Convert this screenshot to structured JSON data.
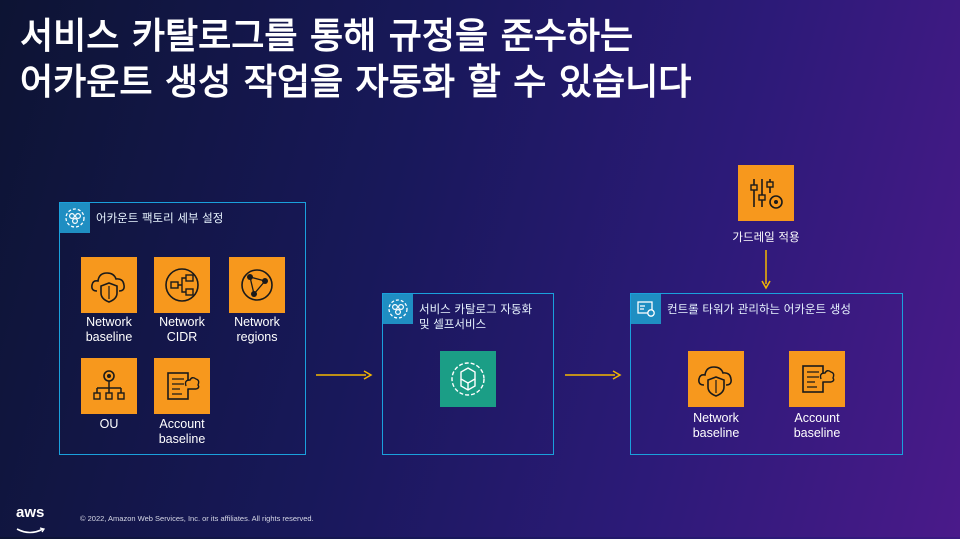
{
  "title": {
    "line1": "서비스 카탈로그를 통해 규정을 준수하는",
    "line2": "어카운트 생성 작업을 자동화 할 수 있습니다"
  },
  "factory": {
    "title": "어카운트 팩토리 세부 설정",
    "items": [
      {
        "label_line1": "Network",
        "label_line2": "baseline",
        "icon": "network-baseline-icon"
      },
      {
        "label_line1": "Network",
        "label_line2": "CIDR",
        "icon": "network-cidr-icon"
      },
      {
        "label_line1": "Network",
        "label_line2": "regions",
        "icon": "network-regions-icon"
      },
      {
        "label_line1": "OU",
        "label_line2": "",
        "icon": "ou-icon"
      },
      {
        "label_line1": "Account",
        "label_line2": "baseline",
        "icon": "account-baseline-icon"
      }
    ]
  },
  "catalog": {
    "title_line1": "서비스 카탈로그 자동화",
    "title_line2": "및 셀프서비스",
    "icon": "service-catalog-icon"
  },
  "guardrail": {
    "label": "가드레일 적용",
    "icon": "guardrail-controls-icon"
  },
  "result": {
    "title": "컨트롤 타워가 관리하는 어카운트 생성",
    "items": [
      {
        "label_line1": "Network",
        "label_line2": "baseline",
        "icon": "network-baseline-icon"
      },
      {
        "label_line1": "Account",
        "label_line2": "baseline",
        "icon": "account-baseline-icon"
      }
    ]
  },
  "footer": {
    "logo_text": "aws",
    "copyright": "© 2022, Amazon Web Services, Inc. or its affiliates. All rights reserved."
  },
  "colors": {
    "tile_orange": "#f7981d",
    "catalog_green": "#1b9e86",
    "border_blue": "#1aa0dc",
    "arrow_yellow": "#f5b800"
  }
}
